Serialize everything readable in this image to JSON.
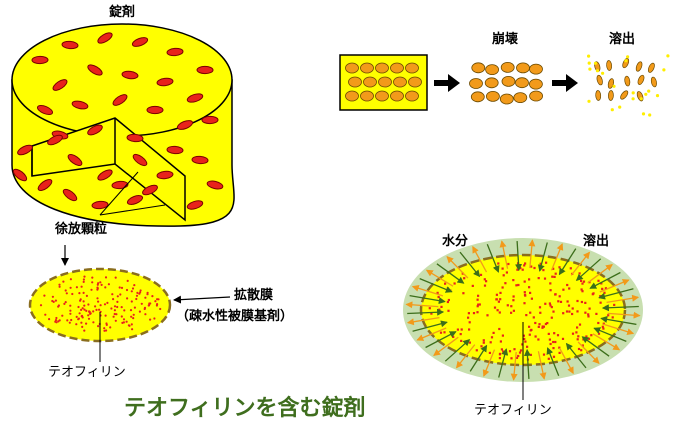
{
  "labels": {
    "tablet": "錠剤",
    "granules": "徐放顆粒",
    "diffusion_membrane": "拡散膜",
    "membrane_material": "（疎水性被膜基剤）",
    "theophylline_left": "テオフィリン",
    "theophylline_right": "テオフィリン",
    "disintegration": "崩壊",
    "dissolution_top": "溶出",
    "water": "水分",
    "dissolution_right": "溶出",
    "title": "テオフィリンを含む錠剤"
  },
  "colors": {
    "yellow": "#ffff00",
    "red": "#e8231b",
    "dark_red": "#7a0000",
    "orange": "#f29a1a",
    "olive": "#8a6d1e",
    "green_halo": "#c8dfb0",
    "green_arrow": "#3c6e1a",
    "title_green": "#3f6e1e"
  },
  "icons": [
    "right-arrow-icon",
    "down-arrow-icon",
    "left-arrow-icon"
  ]
}
